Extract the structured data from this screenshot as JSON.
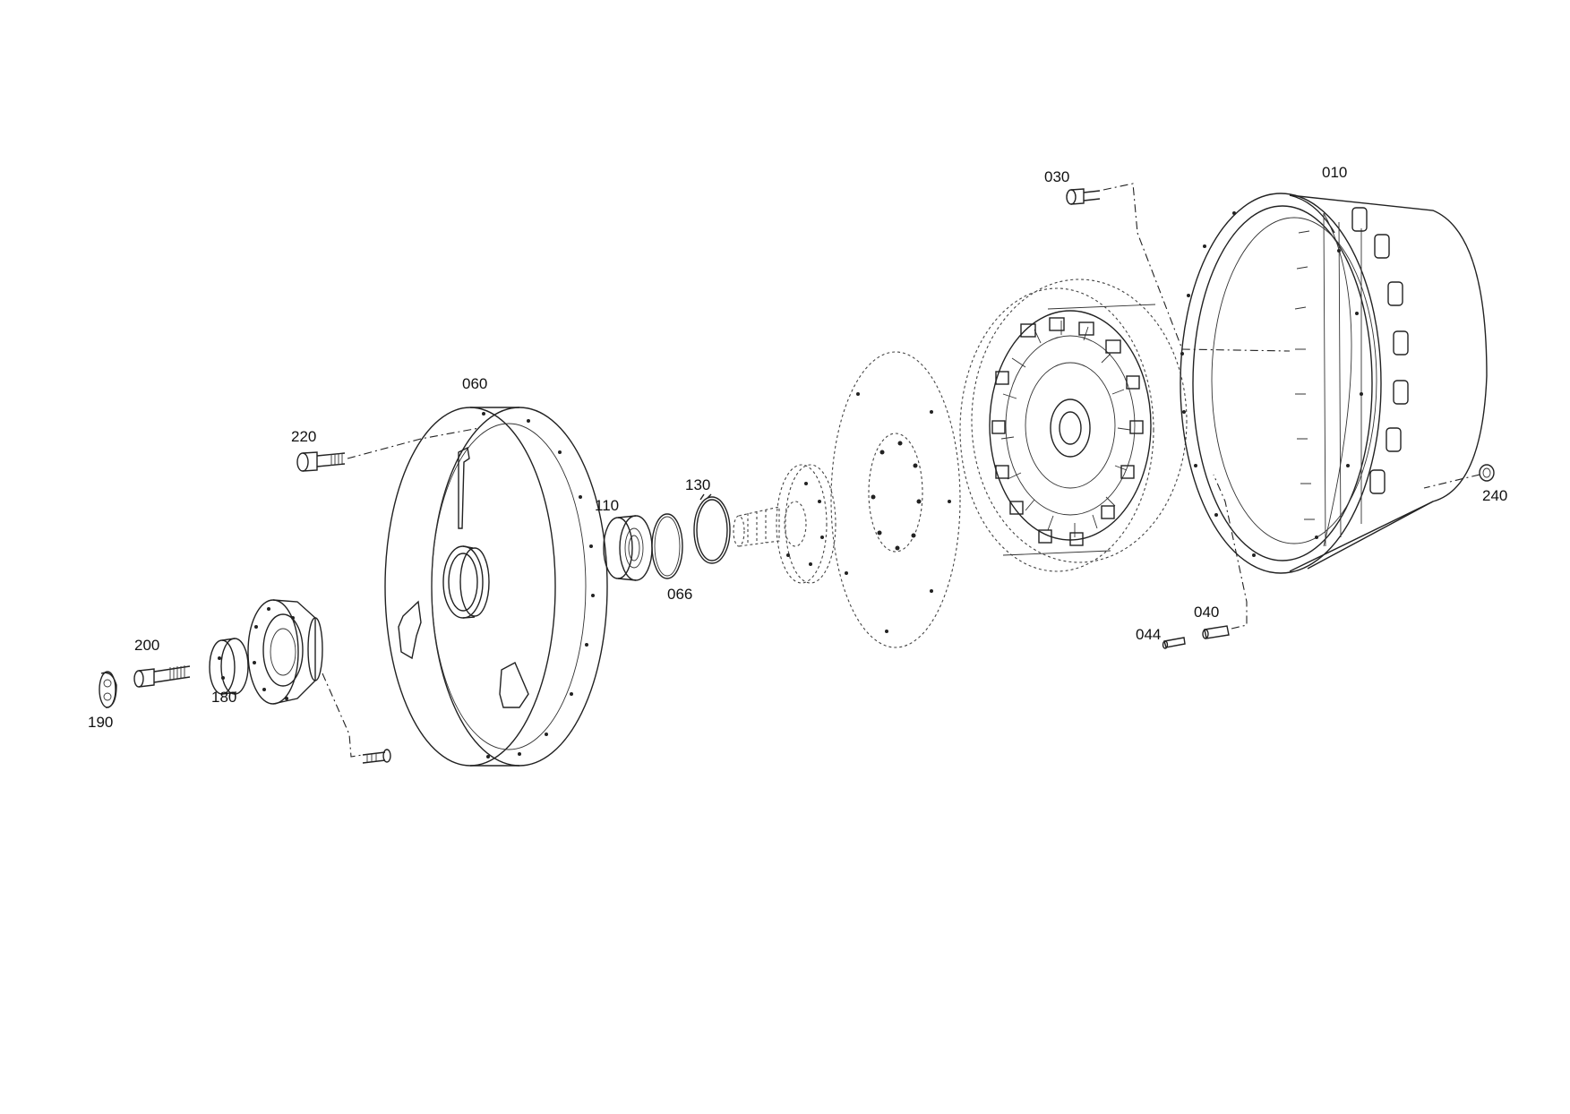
{
  "diagram": {
    "labels": {
      "p010": "010",
      "p030": "030",
      "p040": "040",
      "p044": "044",
      "p060": "060",
      "p066": "066",
      "p110": "110",
      "p130": "130",
      "p180": "180",
      "p190": "190",
      "p200": "200",
      "p220": "220",
      "p240": "240"
    }
  }
}
